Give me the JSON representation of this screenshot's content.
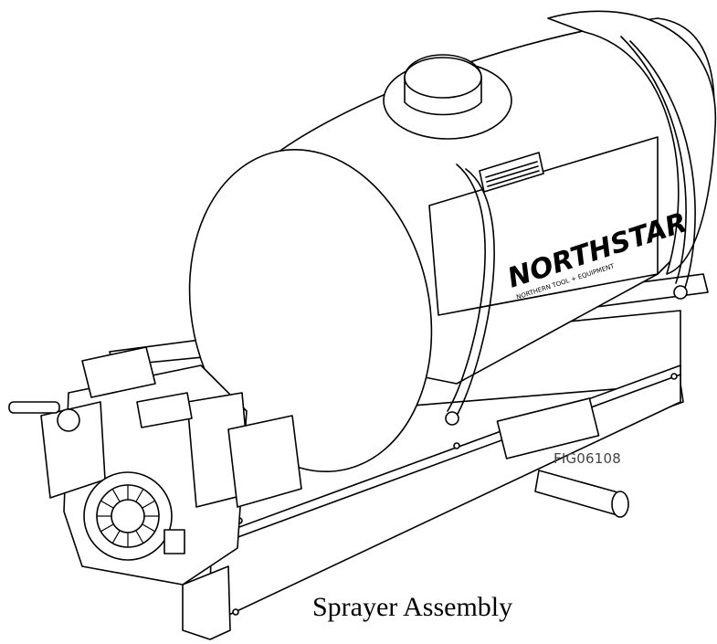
{
  "figure": {
    "id_label": "FIG06108",
    "caption": "Sprayer Assembly",
    "tank_brand": "NORTHSTAR",
    "tank_subtitle": "NORTHERN TOOL + EQUIPMENT"
  }
}
